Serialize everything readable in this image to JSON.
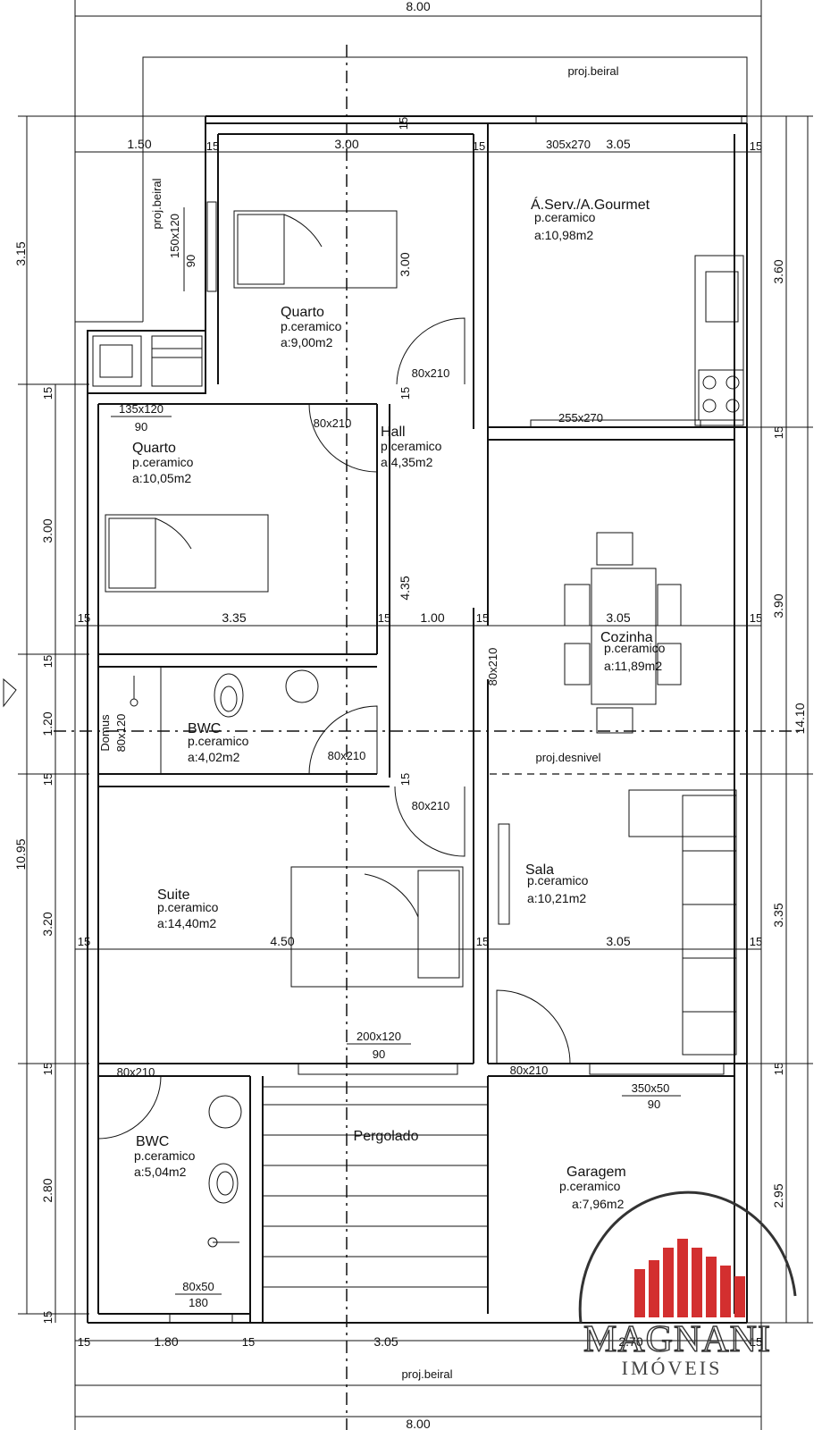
{
  "colors": {
    "line": "#111111",
    "logo_red": "#d32f2f",
    "logo_text": "#444444"
  },
  "dims": {
    "top_total": "8.00",
    "bottom_total": "8.00",
    "row_top_left": "1.50",
    "row_top_15a": "15",
    "row_top_mid": "3.00",
    "row_top_15b": "15",
    "row_top_right": "3.05",
    "row_top_15c": "15",
    "left_315": "3.15",
    "left_300": "3.00",
    "left_120": "1.20",
    "left_1095": "10.95",
    "left_320": "3.20",
    "left_280": "2.80",
    "right_360": "3.60",
    "right_390": "3.90",
    "right_1410": "14.10",
    "right_335": "3.35",
    "right_295": "2.95",
    "quarto1_height": "3.00",
    "hall_len": "4.35",
    "mid_335": "3.35",
    "mid_100": "1.00",
    "mid_305": "3.05",
    "low_450": "4.50",
    "low_305": "3.05",
    "bot_180": "1.80",
    "bot_305": "3.05",
    "bot_270": "2.70",
    "f15": "15"
  },
  "labels": {
    "proj_beiral_top": "proj.beiral",
    "proj_beiral_left": "proj.beiral",
    "proj_beiral_bottom": "proj.beiral",
    "proj_desnivel": "proj.desnivel",
    "pergolado": "Pergolado",
    "domus_a": "Domus",
    "domus_b": "80x120"
  },
  "rooms": {
    "quarto1": {
      "name": "Quarto",
      "floor": "p.ceramico",
      "area": "a:9,00m2"
    },
    "gourmet": {
      "name": "Á.Serv./A.Gourmet",
      "floor": "p.ceramico",
      "area": "a:10,98m2"
    },
    "quarto2": {
      "name": "Quarto",
      "floor": "p.ceramico",
      "area": "a:10,05m2"
    },
    "hall": {
      "name": "Hall",
      "floor": "p.ceramico",
      "area": "a:4,35m2"
    },
    "cozinha": {
      "name": "Cozinha",
      "floor": "p.ceramico",
      "area": "a:11,89m2"
    },
    "bwc1": {
      "name": "BWC",
      "floor": "p.ceramico",
      "area": "a:4,02m2"
    },
    "suite": {
      "name": "Suite",
      "floor": "p.ceramico",
      "area": "a:14,40m2"
    },
    "sala": {
      "name": "Sala",
      "floor": "p.ceramico",
      "area": "a:10,21m2"
    },
    "bwc2": {
      "name": "BWC",
      "floor": "p.ceramico",
      "area": "a:5,04m2"
    },
    "garagem": {
      "name": "Garagem",
      "floor": "p.ceramico",
      "area": "a:7,96m2"
    }
  },
  "openings": {
    "w_150x120_a": "150x120",
    "w_150x120_b": "90",
    "w_135x120_a": "135x120",
    "w_135x120_b": "90",
    "w_305x270": "305x270",
    "w_255x270": "255x270",
    "d_hall_top": "80x210",
    "d_quarto2": "80x210",
    "d_bwc1": "80x210",
    "d_suite": "80x210",
    "d_cozinha": "80x210",
    "d_bwc2": "80x210",
    "d_sala": "80x210",
    "w_200x120_a": "200x120",
    "w_200x120_b": "90",
    "w_350x50_a": "350x50",
    "w_350x50_b": "90",
    "w_80x50_a": "80x50",
    "w_80x50_b": "180"
  },
  "logo": {
    "name": "MAGNANI",
    "sub": "IMÓVEIS"
  }
}
